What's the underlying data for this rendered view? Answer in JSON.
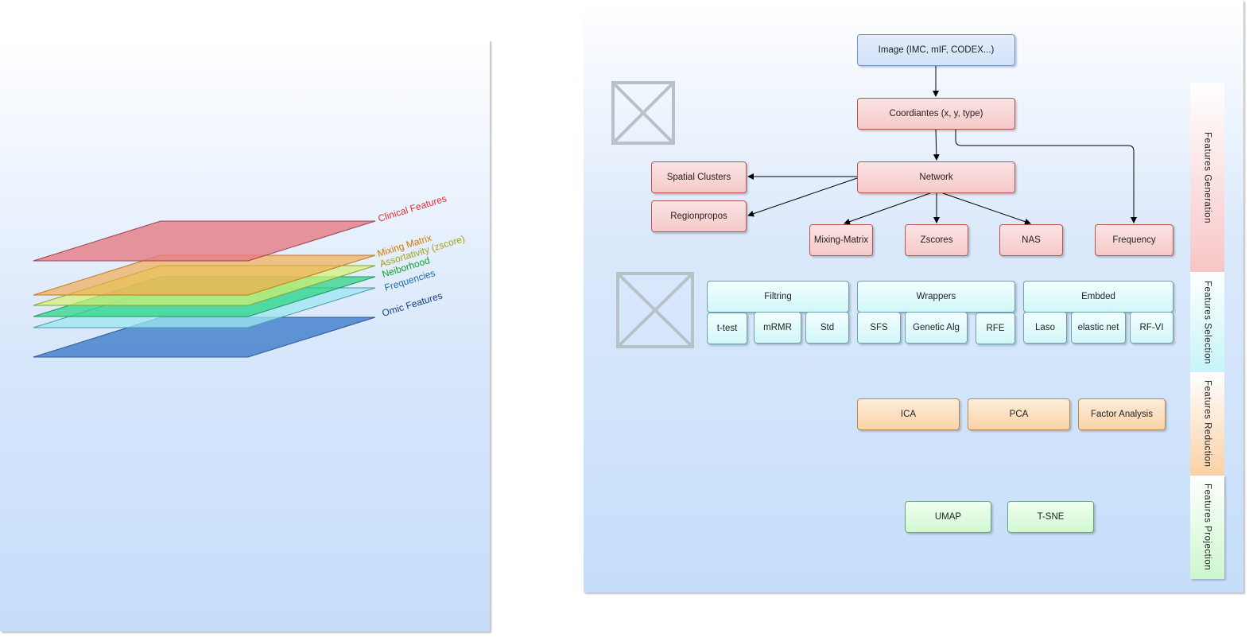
{
  "layers": {
    "clinical": "Clinical Features",
    "mixing": "Mixing Matrix",
    "assortativity": "Assortativity (zscore)",
    "neighborhood": "Neiborhood",
    "frequencies": "Frequencies",
    "omic": "Omic Features"
  },
  "nodes": {
    "image": "Image (IMC, mIF, CODEX...)",
    "coordinates": "Coordiantes (x, y, type)",
    "network": "Network",
    "spatial_clusters": "Spatial Clusters",
    "regionpropos": "Regionpropos",
    "mixing_matrix": "Mixing-Matrix",
    "zscores": "Zscores",
    "nas": "NAS",
    "frequency": "Frequency",
    "filtring": "Filtring",
    "wrappers": "Wrappers",
    "embded": "Embded",
    "ttest": "t-test",
    "mrmr": "mRMR",
    "std": "Std",
    "sfs": "SFS",
    "genetic": "Genetic Alg",
    "rfe": "RFE",
    "laso": "Laso",
    "elastic": "elastic net",
    "rfvi": "RF-VI",
    "ica": "ICA",
    "pca": "PCA",
    "factor": "Factor Analysis",
    "umap": "UMAP",
    "tsne": "T-SNE"
  },
  "bands": {
    "generation": "Features Generation",
    "selection": "Features Selection",
    "reduction": "Features Reduction",
    "projection": "Features Projection"
  },
  "colors": {
    "clinical": "#e06670",
    "mixing": "#f0a030",
    "assortativity": "#c8e060",
    "neighborhood": "#30d080",
    "frequencies": "#90e0f0",
    "omic": "#3d7cc9"
  }
}
